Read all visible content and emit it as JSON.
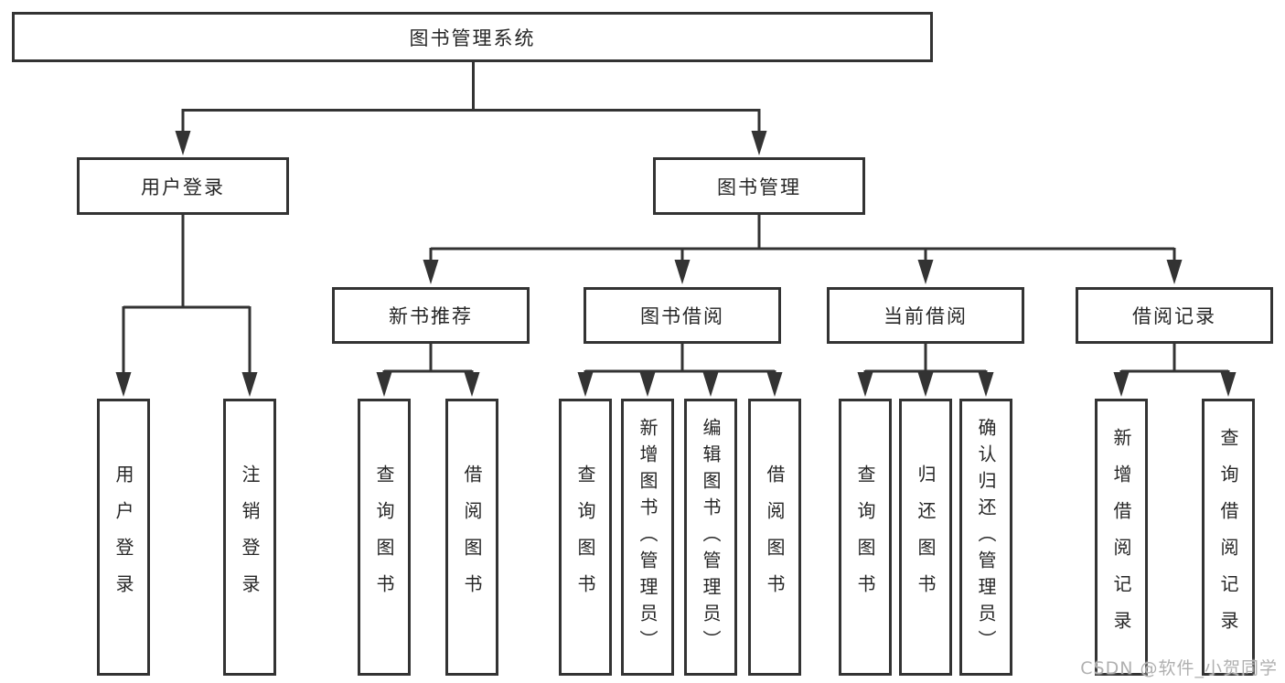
{
  "tree": {
    "root": "图书管理系统",
    "branches": [
      {
        "label": "用户登录",
        "children": [
          "用户登录",
          "注销登录"
        ]
      },
      {
        "label": "图书管理",
        "children": [
          {
            "label": "新书推荐",
            "children": [
              "查询图书",
              "借阅图书"
            ]
          },
          {
            "label": "图书借阅",
            "children": [
              "查询图书",
              "新增图书（管理员）",
              "编辑图书（管理员）",
              "借阅图书"
            ]
          },
          {
            "label": "当前借阅",
            "children": [
              "查询图书",
              "归还图书",
              "确认归还（管理员）"
            ]
          },
          {
            "label": "借阅记录",
            "children": [
              "新增借阅记录",
              "查询借阅记录"
            ]
          }
        ]
      }
    ]
  },
  "watermark": {
    "text": "CSDN @软件_小贺同学"
  },
  "colors": {
    "line": "#333333",
    "box_border": "#333333",
    "text": "#262626",
    "background": "#ffffff",
    "watermark": "#b0b0b0"
  }
}
